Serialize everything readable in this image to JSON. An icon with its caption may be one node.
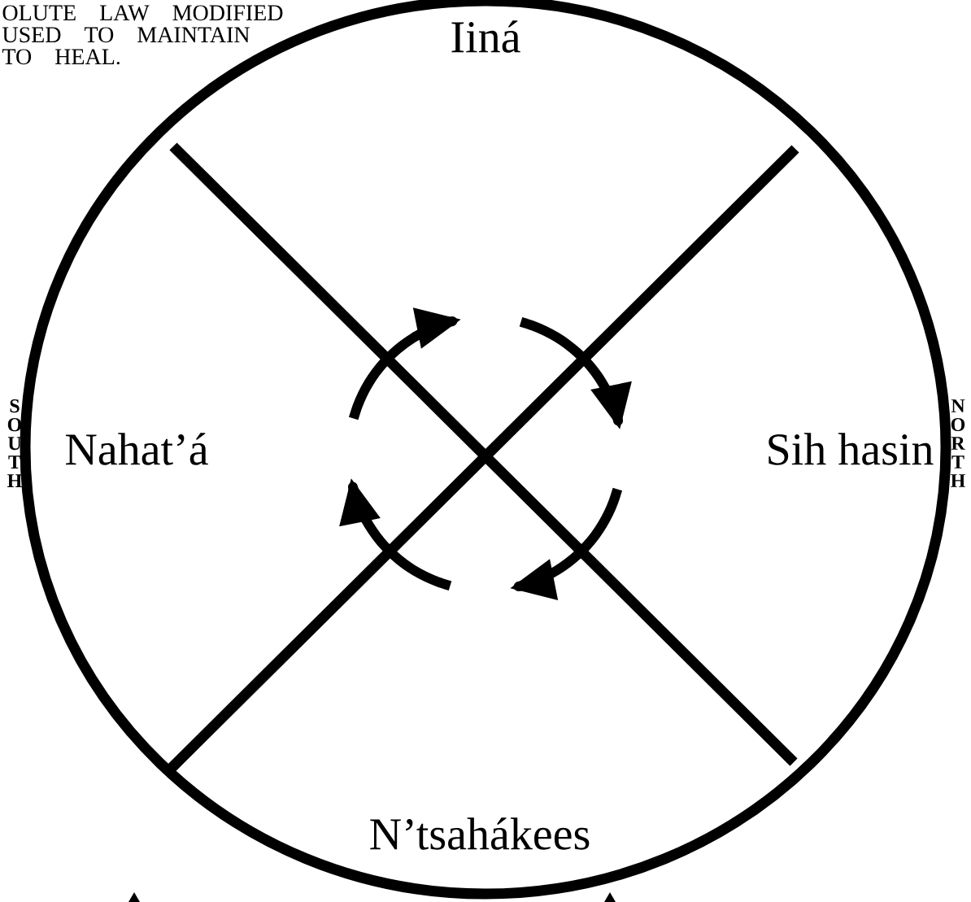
{
  "diagram": {
    "nodes": [
      {
        "text": [],
        "shape": "circle"
      },
      {
        "text": [
          "Iiná"
        ],
        "in": 0
      },
      {
        "text": [
          "Nahat’á"
        ],
        "in": 0
      },
      {
        "text": [
          "Sih hasin"
        ],
        "in": 0
      },
      {
        "text": [
          "N’tsahákees"
        ],
        "in": 0
      }
    ],
    "labels": [
      "OLUTE LAW MODIFIED USED TO MAINTAIN TO HEAL.",
      "SOUTH",
      "NORTH"
    ]
  }
}
